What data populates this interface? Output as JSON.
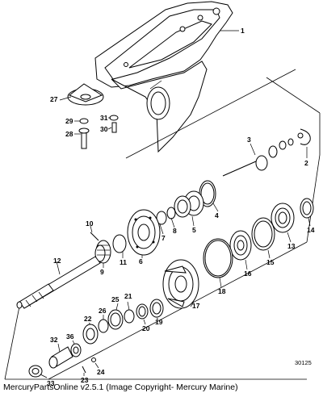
{
  "diagram": {
    "callouts": [
      "1",
      "2",
      "3",
      "4",
      "5",
      "6",
      "7",
      "8",
      "9",
      "10",
      "11",
      "12",
      "13",
      "14",
      "15",
      "16",
      "17",
      "18",
      "19",
      "20",
      "21",
      "22",
      "23",
      "24",
      "25",
      "26",
      "27",
      "28",
      "29",
      "30",
      "31",
      "32",
      "33",
      "36"
    ],
    "figure_code": "30125"
  },
  "footer": {
    "text": "MercuryPartsOnline v2.5.1 (Image Copyright- Mercury Marine)"
  }
}
